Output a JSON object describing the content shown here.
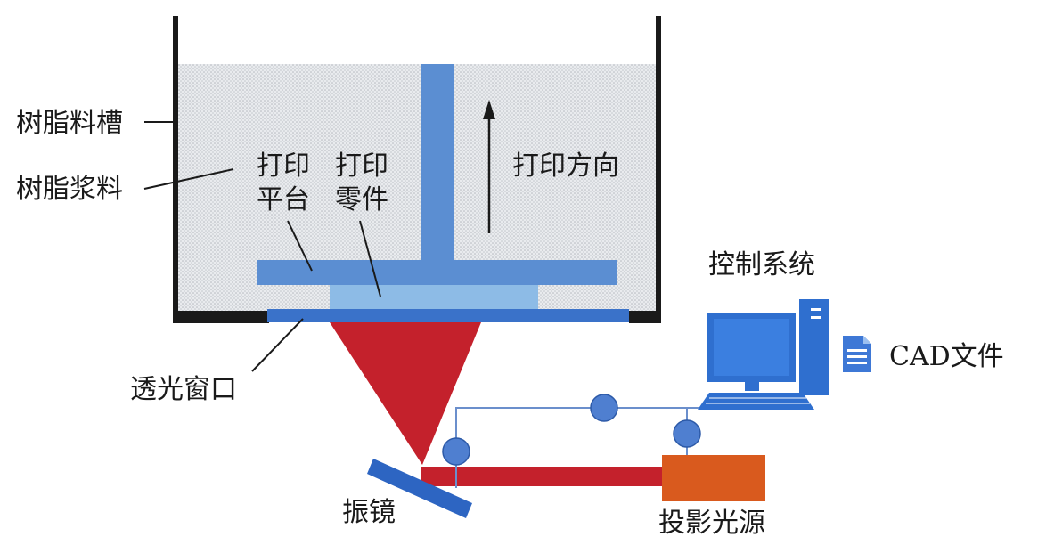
{
  "labels": {
    "resin_tank": "树脂料槽",
    "resin_slurry": "树脂浆料",
    "print_platform_line1": "打印",
    "print_platform_line2": "平台",
    "print_part_line1": "打印",
    "print_part_line2": "零件",
    "print_direction": "打印方向",
    "transparent_window": "透光窗口",
    "galvanometer": "振镜",
    "control_system": "控制系统",
    "cad_file": "CAD文件",
    "projection_light_source": "投影光源"
  },
  "colors": {
    "resin": "#dadde1",
    "tank_wall": "#1a1a1a",
    "platform": "#5b8ed2",
    "part": "#8dbbe6",
    "window": "#3a72c9",
    "light_beam": "#c4212c",
    "light_source": "#d95a1e",
    "signal_node": "#4f7fd0",
    "computer": "#2f6fcf"
  },
  "icons": {
    "print_direction_arrow": "arrow-up-icon",
    "computer": "desktop-computer-icon",
    "cad_file": "document-icon"
  }
}
